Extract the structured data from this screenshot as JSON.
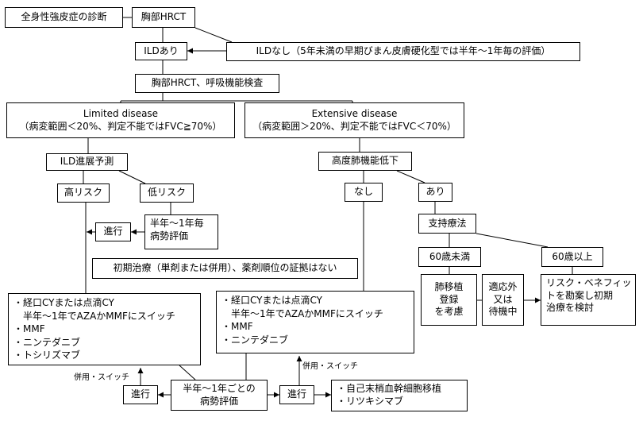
{
  "nodes": {
    "diagnosis": "全身性強皮症の診断",
    "hrct1": "胸部HRCT",
    "ild_present": "ILDあり",
    "ild_absent": "ILDなし（5年未満の早期びまん皮膚硬化型では半年～1年毎の評価）",
    "hrct_pft": "胸部HRCT、呼吸機能検査",
    "limited": [
      "Limited disease",
      "（病変範囲＜20%、判定不能ではFVC≧70%）"
    ],
    "extensive": [
      "Extensive disease",
      "（病変範囲＞20%、判定不能ではFVC＜70%）"
    ],
    "ild_prediction": "ILD進展予測",
    "high_risk": "高リスク",
    "low_risk": "低リスク",
    "progression_left": "進行",
    "periodic_eval": [
      "半年～1年毎",
      "病勢評価"
    ],
    "initial_tx": "初期治療（単剤または併用）、薬剤順位の証拠はない",
    "left_tx": [
      "・経口CYまたは点滴CY",
      "　半年～1年でAZAかMMFにスイッチ",
      "・MMF",
      "・ニンテダニブ",
      "・トシリズマブ"
    ],
    "reduced_lung": "高度肺機能低下",
    "no": "なし",
    "yes": "あり",
    "supportive": "支持療法",
    "under60": "60歳未満",
    "over60": "60歳以上",
    "transplant": [
      "肺移植",
      "登録",
      "を考慮"
    ],
    "eligible": [
      "適応外",
      "又は",
      "待機中"
    ],
    "risk_benefit": [
      "リスク・ベネフィッ",
      "トを勘案し初期",
      "治療を検討"
    ],
    "mid_tx": [
      "・経口CYまたは点滴CY",
      "　半年～1年でAZAかMMFにスイッチ",
      "・MMF",
      "・ニンテダニブ"
    ],
    "progression_bottom_left": "進行",
    "periodic_eval_bottom": [
      "半年～1年ごとの",
      "病勢評価"
    ],
    "progression_bottom_right": "進行",
    "rescue_tx": [
      "・自己末梢血幹細胞移植",
      "・リツキシマブ"
    ]
  },
  "labels": {
    "combo_switch_left": "併用・スイッチ",
    "combo_switch_right": "併用・スイッチ"
  }
}
